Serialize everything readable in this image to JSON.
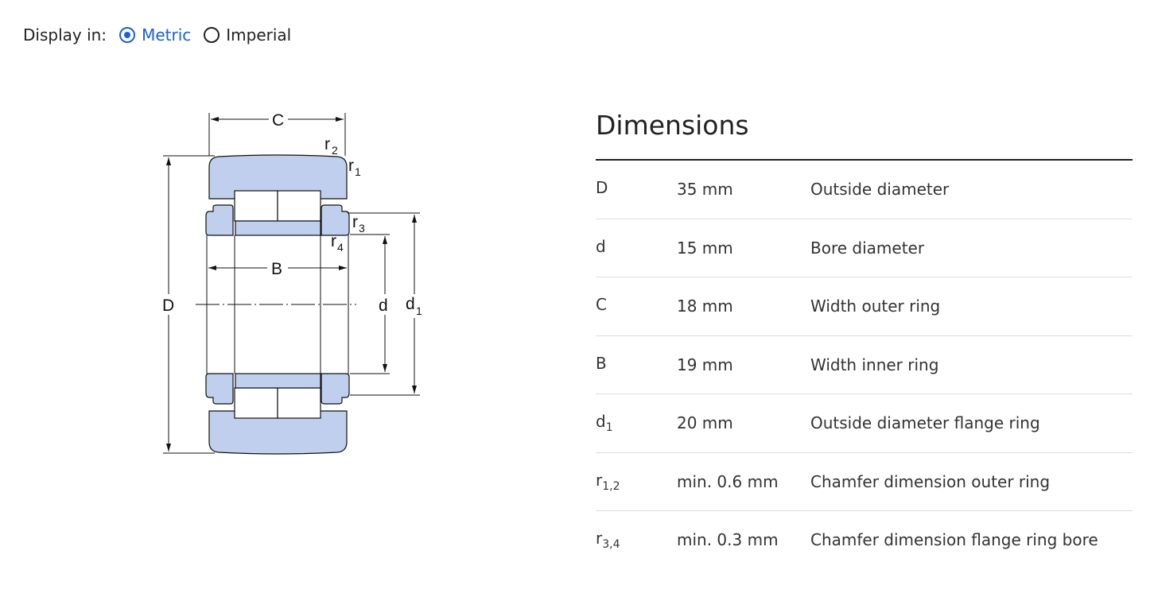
{
  "display": {
    "label": "Display in:",
    "options": [
      {
        "label": "Metric",
        "selected": true
      },
      {
        "label": "Imperial",
        "selected": false
      }
    ]
  },
  "diagram": {
    "labels": {
      "C": "C",
      "D": "D",
      "B": "B",
      "d": "d",
      "d1": "d",
      "d1_sub": "1",
      "r1": "r",
      "r1_sub": "1",
      "r2": "r",
      "r2_sub": "2",
      "r3": "r",
      "r3_sub": "3",
      "r4": "r",
      "r4_sub": "4"
    }
  },
  "dimensions": {
    "title": "Dimensions",
    "rows": [
      {
        "symbol": "D",
        "sub": "",
        "value": "35 mm",
        "desc": "Outside diameter"
      },
      {
        "symbol": "d",
        "sub": "",
        "value": "15 mm",
        "desc": "Bore diameter"
      },
      {
        "symbol": "C",
        "sub": "",
        "value": "18 mm",
        "desc": "Width outer ring"
      },
      {
        "symbol": "B",
        "sub": "",
        "value": "19 mm",
        "desc": "Width inner ring"
      },
      {
        "symbol": "d",
        "sub": "1",
        "value": "20 mm",
        "desc": "Outside diameter flange ring"
      },
      {
        "symbol": "r",
        "sub": "1,2",
        "value": "min. 0.6 mm",
        "desc": "Chamfer dimension outer ring"
      },
      {
        "symbol": "r",
        "sub": "3,4",
        "value": "min. 0.3 mm",
        "desc": "Chamfer dimension flange ring bore"
      }
    ]
  },
  "colors": {
    "accent": "#1a5ee0",
    "fill": "#c0cfee"
  }
}
